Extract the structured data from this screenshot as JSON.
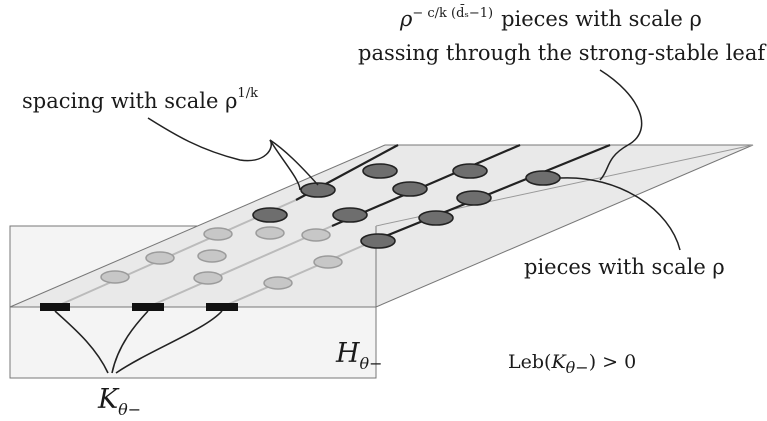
{
  "labels": {
    "pieces_count_prefix": "ρ",
    "pieces_count_exponent": "− c/k (d̄ₛ−1)",
    "pieces_count_suffix": "pieces with scale ρ",
    "passing_leaf": "passing through the strong-stable leaf",
    "spacing_prefix": "spacing with scale ρ",
    "spacing_exponent": "1/k",
    "pieces_scale": "pieces with scale ρ",
    "h_theta_main": "H",
    "h_theta_sub": "θ−",
    "leb_prefix": "Leb(",
    "leb_k": "K",
    "leb_sub": "θ−",
    "leb_suffix": ") > 0",
    "k_theta_main": "K",
    "k_theta_sub": "θ−"
  },
  "colors": {
    "slab_fill": "#e9e9e9",
    "box_fill": "#f4f4f4",
    "line": "#222222",
    "disk_dark": "#6e6e6e",
    "disk_light": "#c7c7c7",
    "disk_light_stroke": "#9b9b9b",
    "bar": "#111111"
  }
}
